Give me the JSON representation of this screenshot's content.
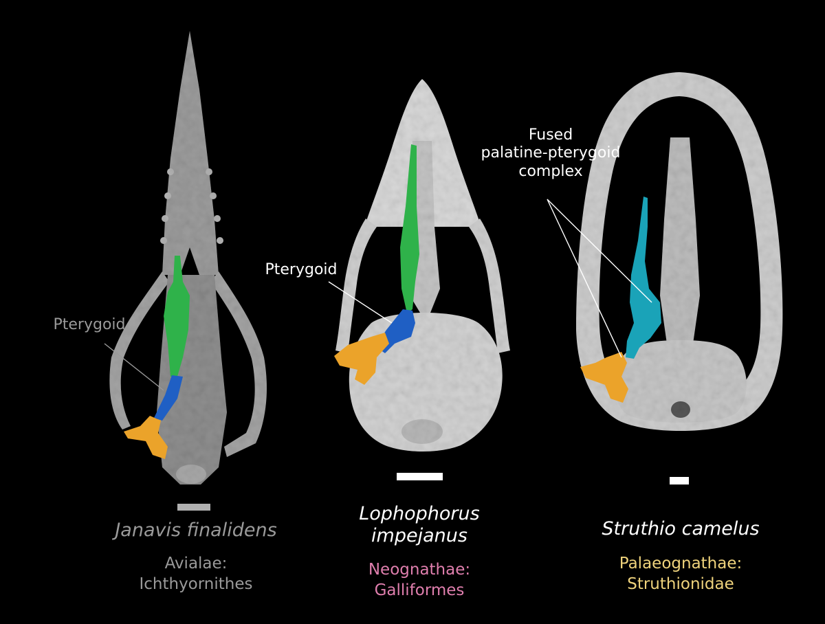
{
  "colors": {
    "background": "#000000",
    "bone": "#cfcfcf",
    "bone_dark": "#8a8a8a",
    "fossil": "#9c9c9c",
    "palatine": "#2fb24a",
    "pterygoid": "#1f5fc4",
    "quadrate": "#eba32a",
    "fused_complex": "#1aa3b8",
    "gray_text": "#9a9a9a",
    "white_text": "#ffffff",
    "pink_text": "#e07fae",
    "yellow_text": "#efd37c"
  },
  "panels": [
    {
      "id": "janavis",
      "species_name": "Janavis finalidens",
      "taxon_line1": "Avialae:",
      "taxon_line2": "Ichthyornithes",
      "callout": "Pterygoid",
      "species_color": "gray",
      "taxon_color": "gray"
    },
    {
      "id": "lophophorus",
      "species_line1": "Lophophorus",
      "species_line2": "impejanus",
      "taxon_line1": "Neognathae:",
      "taxon_line2": "Galliformes",
      "callout": "Pterygoid",
      "species_color": "white",
      "taxon_color": "pink"
    },
    {
      "id": "struthio",
      "species_name": "Struthio camelus",
      "taxon_line1": "Palaeognathae:",
      "taxon_line2": "Struthionidae",
      "callout_line1": "Fused",
      "callout_line2": "palatine-pterygoid",
      "callout_line3": "complex",
      "species_color": "white",
      "taxon_color": "yellow"
    }
  ]
}
